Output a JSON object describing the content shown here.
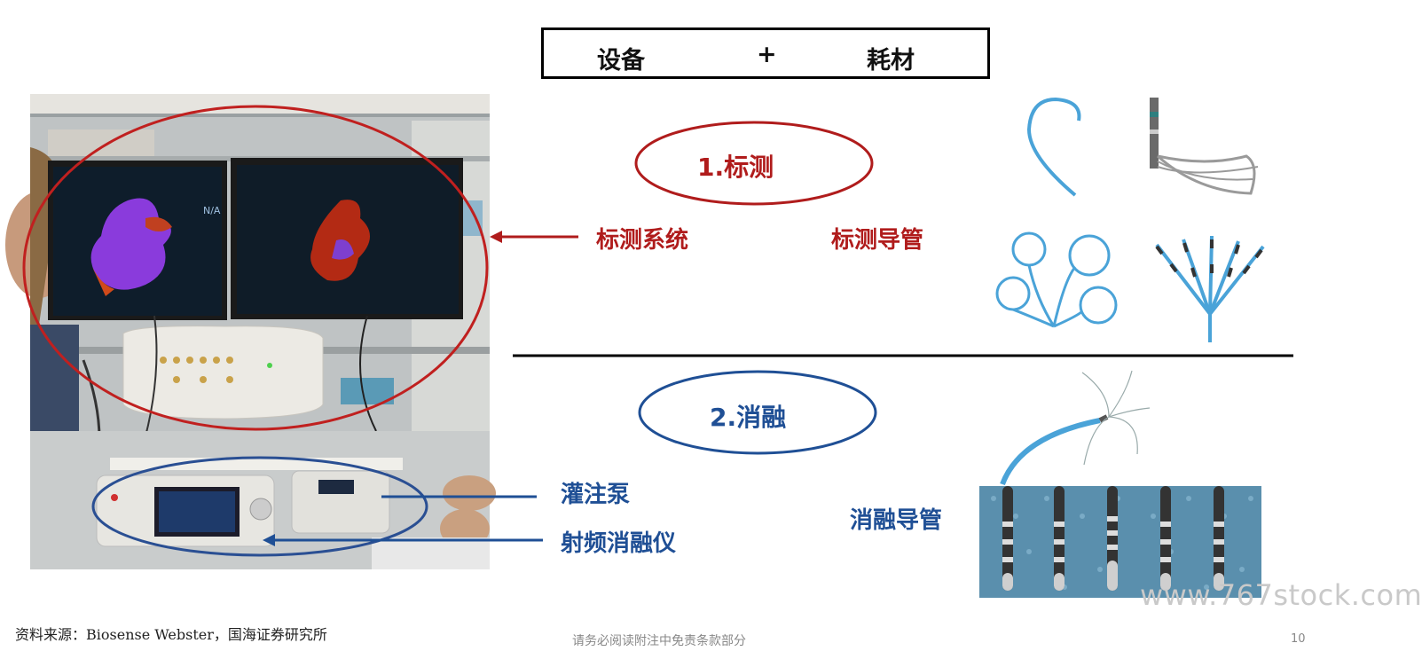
{
  "header": {
    "left": "设备",
    "plus": "+",
    "right": "耗材"
  },
  "sections": {
    "mapping": {
      "title": "1.标测",
      "system_label": "标测系统",
      "catheter_label": "标测导管"
    },
    "ablation": {
      "title": "2.消融",
      "pump_label": "灌注泵",
      "generator_label": "射频消融仪",
      "catheter_label": "消融导管"
    }
  },
  "screen": {
    "badge": "N/A"
  },
  "footer": {
    "source": "资料来源：Biosense Webster，国海证券研究所",
    "disclaimer": "请务必阅读附注中免责条款部分",
    "page": "10"
  },
  "watermark": "www.767stock.com",
  "colors": {
    "red": "#b01c1c",
    "blue": "#1f4f95",
    "catheter_blue": "#4aa3d8"
  },
  "icons": [
    "lab-photo",
    "mapping-system-photo",
    "irrigation-pump-photo",
    "rf-generator-photo",
    "mapping-catheter-icon",
    "ablation-catheter-icon",
    "electrode-tip-icon"
  ]
}
